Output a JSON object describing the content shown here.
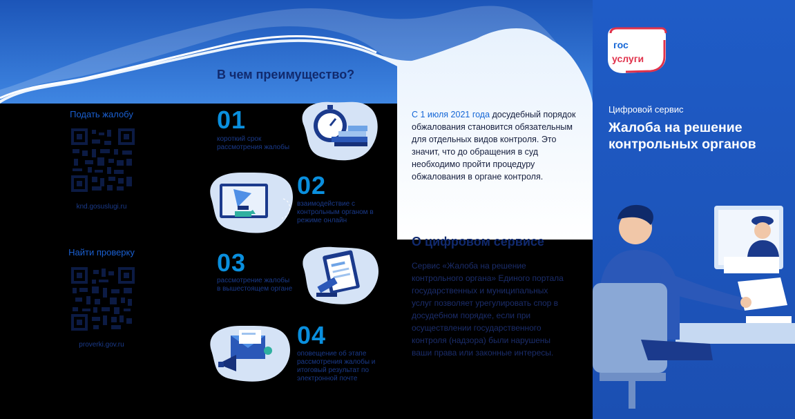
{
  "left": {
    "qr1": {
      "title": "Подать жалобу",
      "url": "knd.gosuslugi.ru"
    },
    "qr2": {
      "title": "Найти проверку",
      "url": "proverki.gov.ru"
    }
  },
  "benefits": {
    "heading": "В чем преимущество?",
    "items": [
      {
        "num": "01",
        "text": "короткий срок рассмотрения жалобы"
      },
      {
        "num": "02",
        "text": "взаимодействие с контрольным органом в режиме онлайн"
      },
      {
        "num": "03",
        "text": "рассмотрение жалобы в вышестоящем органе"
      },
      {
        "num": "04",
        "text": "оповещение об этапе рассмотрения жалобы и итоговый результат по электронной почте"
      }
    ]
  },
  "intro": {
    "highlight": "С 1 июля 2021 года",
    "rest": " досудебный порядок обжалования становится обязательным для отдельных видов контроля. Это значит, что до обращения в суд необходимо пройти процедуру обжалования в органе контроля."
  },
  "about": {
    "heading": "О цифровом сервисе",
    "text": "Сервис «Жалоба на решение контрольного органа» Единого портала государственных и муниципальных услуг позволяет урегулировать спор в досудебном порядке, если при осуществлении государственного контроля (надзора) были нарушены ваши права или законные интересы."
  },
  "panel": {
    "logo_line1": "гос",
    "logo_line2": "услуги",
    "kicker": "Цифровой сервис",
    "title": "Жалоба на решение контрольных органов"
  },
  "colors": {
    "brand_blue": "#1466d6",
    "dark_navy": "#112a6e",
    "accent_red": "#e0324b",
    "number_blue": "#0a8fde"
  }
}
